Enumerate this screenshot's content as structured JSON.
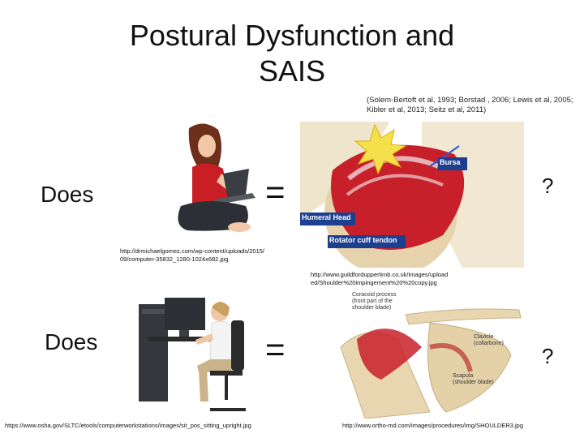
{
  "slide": {
    "title_line1": "Postural Dysfunction and",
    "title_line2": "SAIS",
    "citation": "(Solem-Bertoft et al, 1993; Borstad , 2006; Lewis et al, 2005; Kibler et al, 2013; Seitz et al, 2011)"
  },
  "row1": {
    "does": "Does",
    "equals": "=",
    "question": "?",
    "laptop_url": "http://drmichaelgomez.com/wp-content/uploads/2015/09/computer-35832_1280-1024x682.jpg",
    "shoulder_url": "http://www.guildfordupperlimb.co.uk/images/uploaded/Shoulder%20impingement%20%20copy.jpg",
    "labels": {
      "bursa": "Bursa",
      "humeral_head": "Humeral Head",
      "rotator_cuff": "Rotator cuff tendon"
    }
  },
  "row2": {
    "does": "Does",
    "equals": "=",
    "question": "?",
    "desk_url": "https://www.osha.gov/SLTC/etools/computerworkstations/images/sit_pos_sitting_upright.jpg",
    "anatomy_url": "http://www.ortho-md.com/images/procedures/img/SHOULDER3.jpg",
    "labels": {
      "coracoid_line1": "Coracoid process",
      "coracoid_line2": "(front part of the",
      "coracoid_line3": "shoulder blade)",
      "clavicle_line1": "Clavicle",
      "clavicle_line2": "(collarbone)",
      "scapula_line1": "Scapula",
      "scapula_line2": "(shoulder blade)"
    }
  },
  "colors": {
    "red_tendon": "#c8202a",
    "bone": "#e8d6b0",
    "label_blue": "#1d3f8f",
    "background": "#ffffff"
  }
}
